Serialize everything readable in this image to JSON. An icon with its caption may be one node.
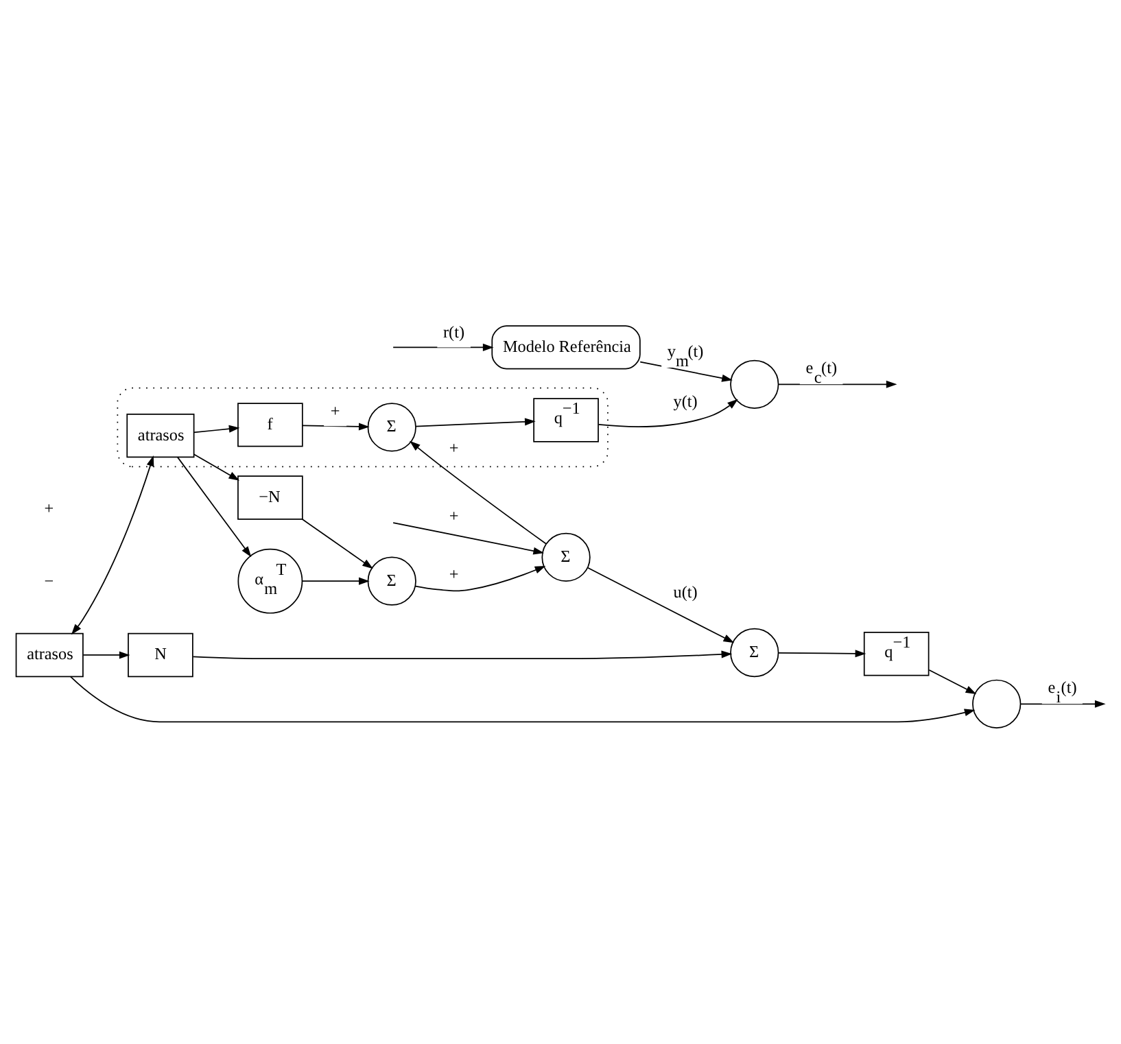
{
  "diagram": {
    "nodes": [
      {
        "text": [
          "Modelo Referência"
        ]
      },
      {
        "text": [
          "Σ"
        ]
      },
      {
        "text": [
          "q$^{−1}$"
        ]
      },
      {
        "text": [],
        "shape": "circle"
      },
      {
        "text": [],
        "shape": "circle"
      },
      {
        "text": [
          "N"
        ]
      },
      {
        "text": [
          "atrasos"
        ]
      },
      {
        "text": [
          "Σ"
        ]
      },
      {
        "text": [],
        "shape": "box"
      },
      {
        "text": [
          "Σ"
        ],
        "in": 8
      },
      {
        "text": [
          "q$^{−1}$"
        ],
        "in": 8
      },
      {
        "text": [
          "atrasos"
        ],
        "in": 8
      },
      {
        "text": [
          "f"
        ],
        "in": 8
      },
      {
        "text": [
          "−N"
        ]
      },
      {
        "text": [
          "Σ"
        ]
      },
      {
        "text": [
          "α$_{m}$$^{T}$"
        ]
      }
    ],
    "edges": [
      {
        "from": null,
        "to": 0,
        "arrow": "to",
        "label": "r(t)"
      },
      {
        "from": null,
        "to": 7,
        "arrow": "to",
        "label": "+"
      },
      {
        "from": 0,
        "to": 4,
        "arrow": "to",
        "label": "y$_{m}$(t)"
      },
      {
        "from": 7,
        "to": 1,
        "arrow": "to",
        "label": "u(t)"
      },
      {
        "from": 7,
        "to": 9,
        "arrow": "to",
        "label": "+"
      },
      {
        "from": 1,
        "to": 2,
        "arrow": "to"
      },
      {
        "from": 2,
        "to": 3,
        "arrow": "to"
      },
      {
        "from": 3,
        "to": null,
        "arrow": "to",
        "label": "e$_{i}$(t)"
      },
      {
        "from": 4,
        "to": null,
        "arrow": "to",
        "label": "e$_{c}$(t)"
      },
      {
        "from": 6,
        "to": 3,
        "arrow": "to"
      },
      {
        "from": 6,
        "to": 5,
        "arrow": "to"
      },
      {
        "from": 5,
        "to": 1,
        "arrow": "to"
      },
      {
        "from": 6,
        "to": 11,
        "arrow": "both"
      },
      {
        "from": 9,
        "to": 10,
        "arrow": "to"
      },
      {
        "from": 10,
        "to": 4,
        "arrow": "to",
        "label": "y(t)"
      },
      {
        "from": 11,
        "to": 12,
        "arrow": "to"
      },
      {
        "from": 12,
        "to": 9,
        "arrow": "to",
        "label": "+"
      },
      {
        "from": 11,
        "to": 13,
        "arrow": "to"
      },
      {
        "from": 11,
        "to": 15,
        "arrow": "to"
      },
      {
        "from": 13,
        "to": 14,
        "arrow": "to"
      },
      {
        "from": 15,
        "to": 14,
        "arrow": "to"
      },
      {
        "from": 14,
        "to": 7,
        "arrow": "to",
        "label": "+"
      }
    ],
    "labels": [
      "−",
      "+"
    ]
  }
}
